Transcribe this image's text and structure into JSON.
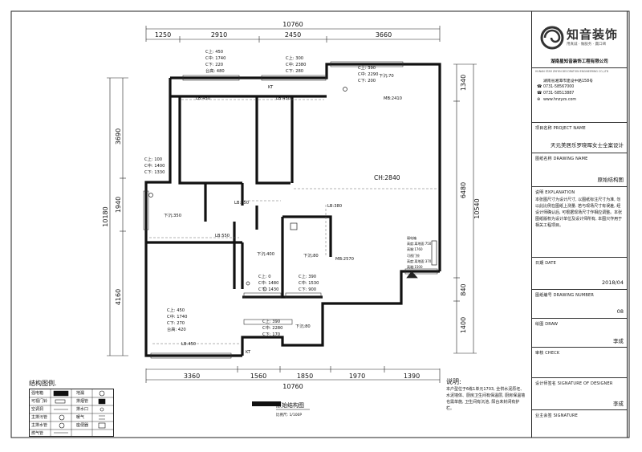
{
  "dims": {
    "top_total": "10760",
    "top_segments": [
      "1250",
      "2910",
      "2450",
      "3660"
    ],
    "bottom_total": "10760",
    "bottom_segments": [
      "3360",
      "1560",
      "1850",
      "1970",
      "1390"
    ],
    "left_total": "10180",
    "left_segments": [
      "3690",
      "1940",
      "4160"
    ],
    "right_total": "10540",
    "right_segments": [
      "1340",
      "6480",
      "840",
      "1400"
    ]
  },
  "annotations": {
    "win1": [
      "C上: 450",
      "C中: 1740",
      "C下: 220",
      "台高: 480"
    ],
    "win2": [
      "C上: 300",
      "C中: 2380",
      "C下: 280"
    ],
    "win3": [
      "C上: 390",
      "C中: 2290",
      "C下: 200"
    ],
    "win4": [
      "C上: 100",
      "C中: 1400",
      "C下: 1330"
    ],
    "win5": [
      "C上: 450",
      "C中: 1740",
      "C下: 270",
      "台高: 420"
    ],
    "win6": [
      "C上: 0",
      "C中: 1480",
      "C下: 1430"
    ],
    "win7": [
      "C上: 390",
      "C中: 1530",
      "C下: 900"
    ],
    "win8": [
      "C上: 390",
      "C中: 2280",
      "C下: 170"
    ],
    "room_labels": [
      "LB:450",
      "LB:450",
      "MB:2410",
      "CH:2840",
      "下沉:70",
      "LB:450",
      "LB:380",
      "下沉:350",
      "LB:550",
      "下沉:400",
      "下沉:80",
      "MB:2570",
      "下沉:80",
      "LB:450",
      "KT",
      "KT"
    ],
    "equipment": [
      "弱电箱",
      "高度:离地面:750",
      "高端:1760",
      "可视门铃",
      "高度:离地面:370",
      "高端:1500"
    ]
  },
  "drawing_title": "原始结构图",
  "drawing_scale": "比例尺: 1/100P",
  "legend": {
    "title": "结构图例.",
    "rows": [
      [
        "强电箱",
        "地漏"
      ],
      [
        "可视门铃",
        "排烟管"
      ],
      [
        "空调洞",
        "排水口"
      ],
      [
        "主排污管",
        "暖气"
      ],
      [
        "主排水管",
        "座便器"
      ],
      [
        "燃气管",
        ""
      ]
    ]
  },
  "notes": {
    "title": "说明:",
    "body": "本户型位于6栋1单元1703, 全供水泥原坯、水泥墙体、厨房卫生间有保温层, 厨房保温墙也需单施, 卫生间有沉池, 阳台未封闭有护栏。"
  },
  "title_block": {
    "logo_text": "知音装饰",
    "logo_slogan": "用真诚 · 做服务 · 赢口碑",
    "company": "湖南星知音装饰工程有限公司",
    "company_en": "HUNAN STAR ZHIYIN DECORATION ENGINEERING CO.,LTD",
    "address": "湖南省湘潭市建设中路158号",
    "tel1": "0731-58567000",
    "tel2": "0731-58513887",
    "web": "www.hnzyzs.com",
    "project_name_label": "项目名称 PROJECT NAME",
    "project_name": "天元美居乐罗晓晖女士全案设计",
    "drawing_name_label": "图纸名称 DRAWING NAME",
    "drawing_name": "原始结构图",
    "explanation_label": "说明 EXPLANATION",
    "explanation": "本张图尺寸为设计尺寸, 以图纸标注尺寸为准, 勿以此比例在图纸上测量. 若与现场尺寸有误差, 经设计师确认后, 可根据现场尺寸作相应调整。本张图纸版权为设计单位及设计师所有, 本图只作用于相关工程项目。",
    "date_label": "日期 DATE",
    "date": "2018/04",
    "number_label": "图纸编号 DRAWING NUMBER",
    "number": "08",
    "draw_label": "绘图 DRAW",
    "draw": "李成",
    "check_label": "审核 CHECK",
    "check": "",
    "designer_label": "设计师签名 SIGNATURE OF DESIGNER",
    "designer": "李成",
    "owner_label": "业主会签 SIGNATURE",
    "owner": ""
  }
}
